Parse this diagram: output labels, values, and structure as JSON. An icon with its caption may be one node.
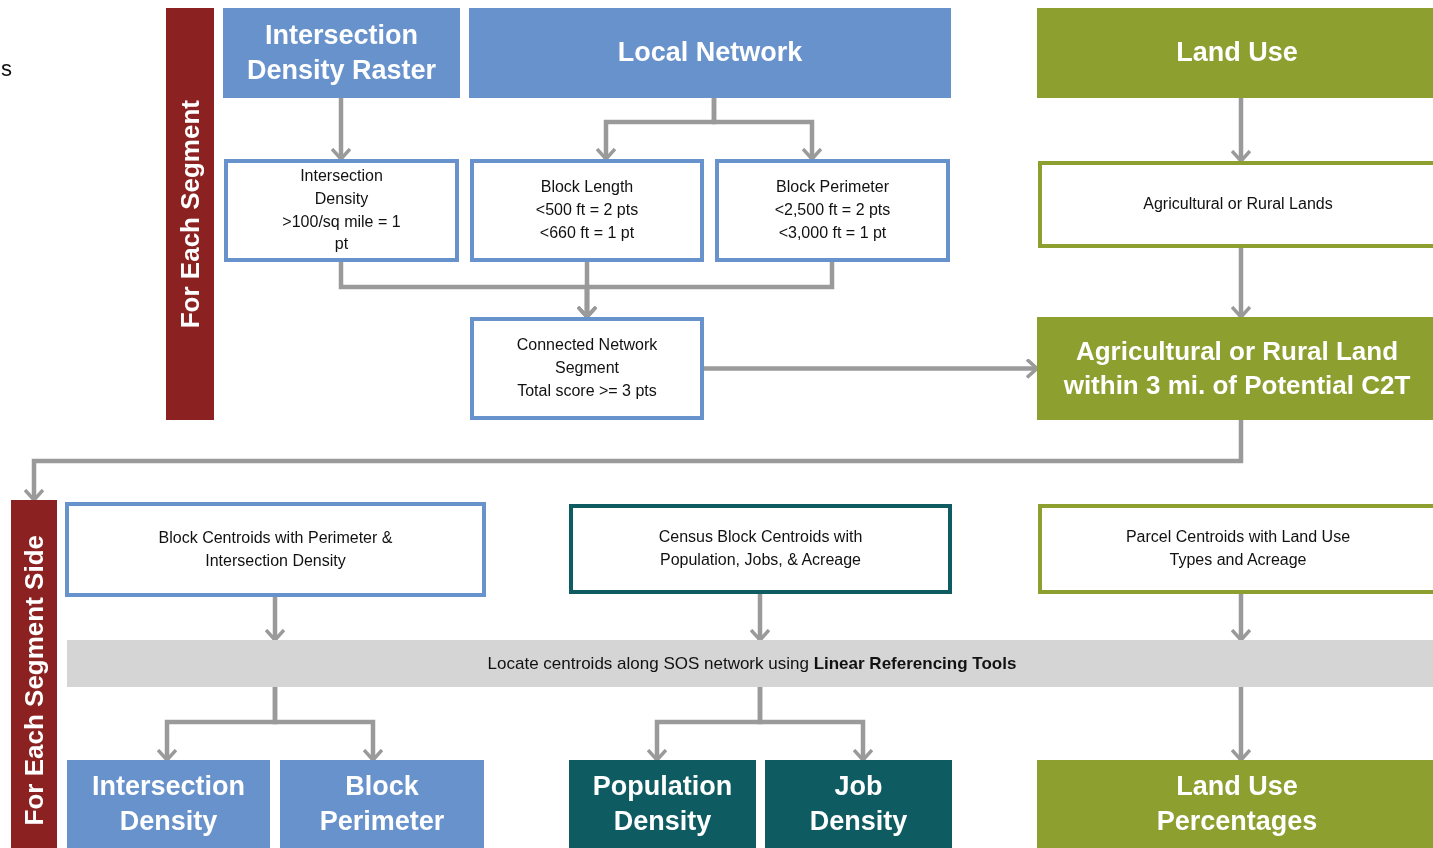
{
  "diagram": {
    "nodes": [
      {
        "text": [
          "For Each Segment"
        ]
      },
      {
        "text": [
          "Intersection Density Raster"
        ]
      },
      {
        "text": [
          "Local Network"
        ]
      },
      {
        "text": [
          "Land Use"
        ]
      },
      {
        "text": [
          "Intersection Density",
          ">100/sq mile = 1 pt"
        ]
      },
      {
        "text": [
          "Block Length",
          "<500 ft = 2 pts",
          "<660 ft = 1 pt"
        ]
      },
      {
        "text": [
          "Block Perimeter",
          "<2,500 ft = 2 pts",
          "<3,000 ft = 1 pt"
        ]
      },
      {
        "text": [
          "Agricultural or Rural Lands"
        ]
      },
      {
        "text": [
          "Connected Network Segment",
          "Total score >= 3 pts"
        ]
      },
      {
        "text": [
          "Agricultural or Rural Land within 3 mi. of Potential C2T"
        ]
      },
      {
        "text": [
          "For Each Segment Side"
        ]
      },
      {
        "text": [
          "Block Centroids with Perimeter & Intersection Density"
        ]
      },
      {
        "text": [
          "Census Block Centroids with Population, Jobs, & Acreage"
        ]
      },
      {
        "text": [
          "Parcel Centroids with Land Use Types and Acreage"
        ]
      },
      {
        "text": [
          "Locate centroids along SOS network using **Linear Referencing Tools**"
        ]
      },
      {
        "text": [
          "Intersection Density"
        ]
      },
      {
        "text": [
          "Block Perimeter"
        ]
      },
      {
        "text": [
          "Population Density"
        ]
      },
      {
        "text": [
          "Job Density"
        ]
      },
      {
        "text": [
          "Land Use Percentages"
        ]
      }
    ],
    "edges": [
      {
        "from": 1,
        "to": 4,
        "arrow": "to"
      },
      {
        "from": 2,
        "to": 5,
        "arrow": "to"
      },
      {
        "from": 2,
        "to": 6,
        "arrow": "to"
      },
      {
        "from": 3,
        "to": 7,
        "arrow": "to"
      },
      {
        "from": 4,
        "to": 8,
        "arrow": "to"
      },
      {
        "from": 5,
        "to": 8,
        "arrow": "to"
      },
      {
        "from": 6,
        "to": 8,
        "arrow": "to"
      },
      {
        "from": 7,
        "to": 9,
        "arrow": "to"
      },
      {
        "from": 8,
        "to": 9,
        "arrow": "to"
      },
      {
        "from": 9,
        "to": 10,
        "arrow": "to"
      },
      {
        "from": 11,
        "to": 14,
        "arrow": "to"
      },
      {
        "from": 12,
        "to": 14,
        "arrow": "to"
      },
      {
        "from": 13,
        "to": 14,
        "arrow": "to"
      },
      {
        "from": 14,
        "to": 15,
        "arrow": "to"
      },
      {
        "from": 14,
        "to": 16,
        "arrow": "to"
      },
      {
        "from": 14,
        "to": 17,
        "arrow": "to"
      },
      {
        "from": 14,
        "to": 18,
        "arrow": "to"
      },
      {
        "from": 14,
        "to": 19,
        "arrow": "to"
      }
    ],
    "labels": [
      "s"
    ]
  }
}
